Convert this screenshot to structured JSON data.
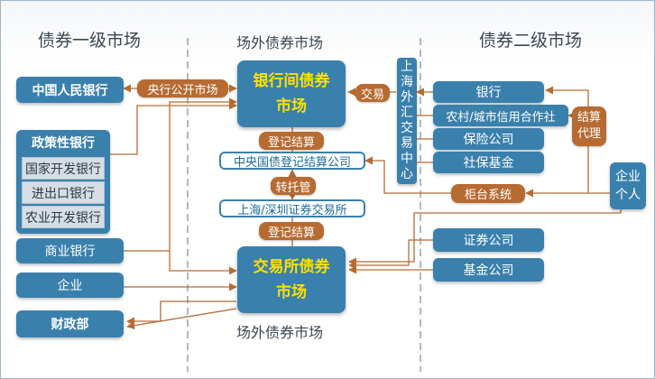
{
  "headers": {
    "primary": "债券一级市场",
    "otc_top": "场外债券市场",
    "secondary": "债券二级市场",
    "otc_bottom": "场外债券市场"
  },
  "left": {
    "pboc": "中国人民银行",
    "policy_banks": {
      "title": "政策性银行",
      "items": [
        "国家开发银行",
        "进出口银行",
        "农业开发银行"
      ]
    },
    "commercial_banks": "商业银行",
    "enterprise": "企业",
    "mof": "财政部"
  },
  "center": {
    "interbank_market": [
      "银行间债券",
      "市场"
    ],
    "exchange_market": [
      "交易所债券",
      "市场"
    ],
    "ccdc": "中央国债登记结算公司",
    "exchanges": "上海/深圳证券交易所"
  },
  "labels": {
    "open_market": "央行公开市场",
    "trade": "交易",
    "registration_settlement_1": "登记结算",
    "transfer_custody": "转托管",
    "registration_settlement_2": "登记结算",
    "counter_system": "柜台系统",
    "settlement_agent": [
      "结算",
      "代理"
    ]
  },
  "cfets": [
    "上",
    "海",
    "外",
    "汇",
    "交",
    "易",
    "中",
    "心"
  ],
  "right": {
    "institutions": [
      "银行",
      "农村/城市信用合作社",
      "保险公司",
      "社保基金"
    ],
    "securities_firms": "证券公司",
    "fund_companies": "基金公司",
    "enterprise_individual": [
      "企业",
      "个人"
    ]
  },
  "colors": {
    "box_blue": "#3a80ad",
    "pill_brown": "#b66b32",
    "highlight_yellow": "#ffe000",
    "line_brown": "#b66b32"
  }
}
